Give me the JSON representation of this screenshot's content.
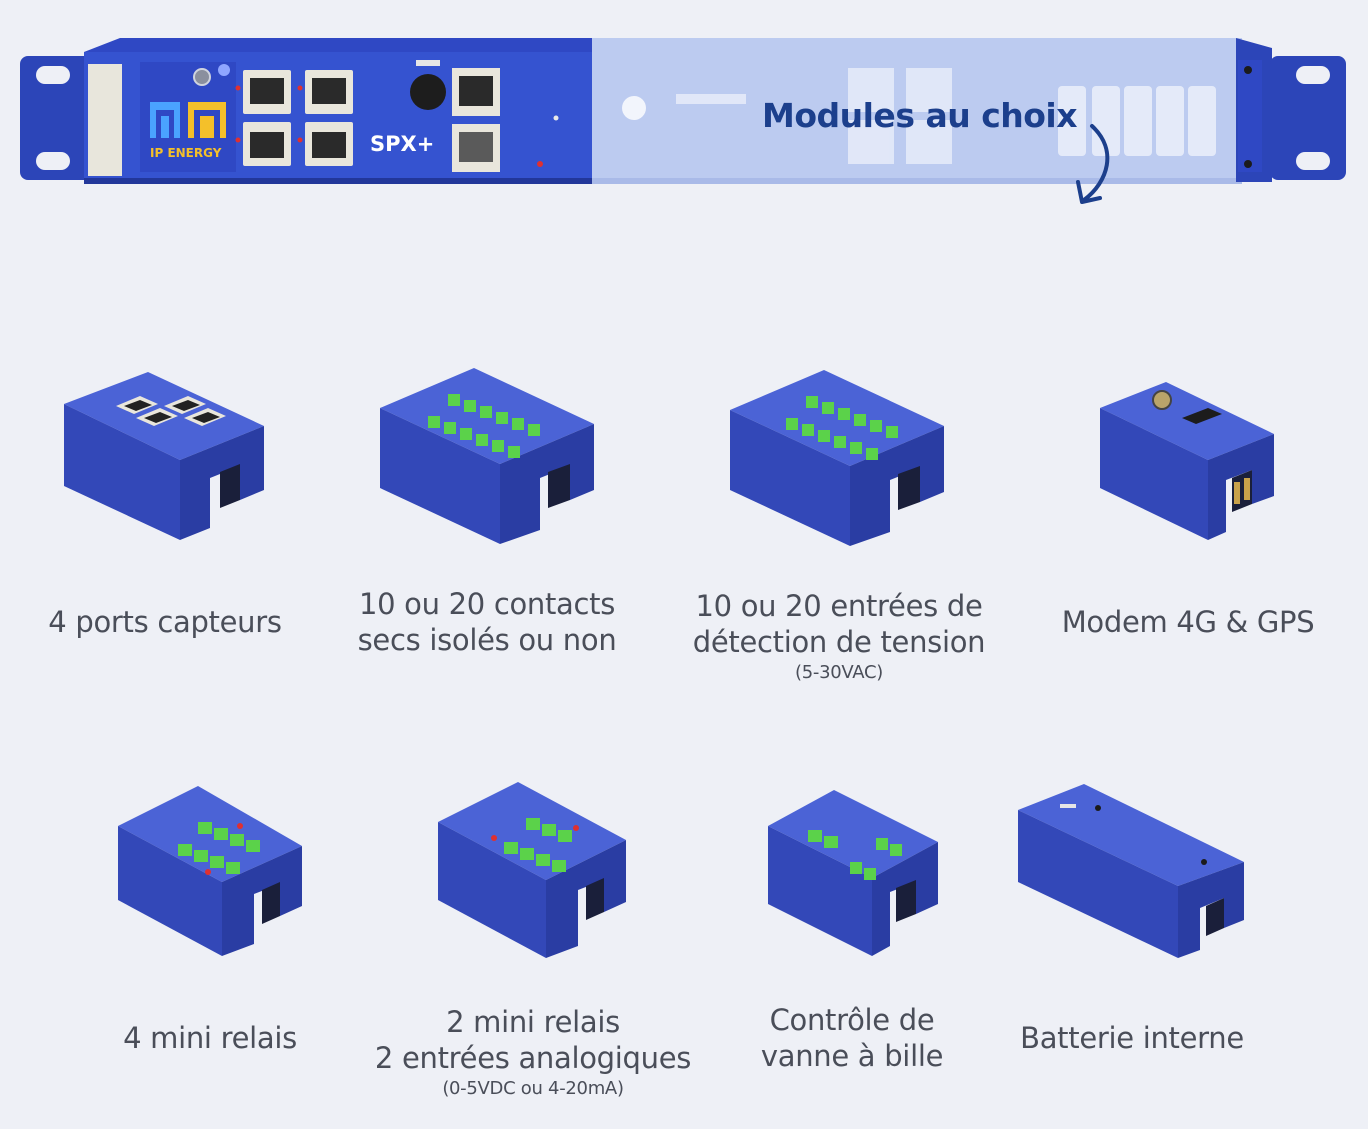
{
  "header": {
    "device_name": "SPX+",
    "brand": "IP ENERGY",
    "modules_caption": "Modules au choix"
  },
  "modules": [
    {
      "id": "sensor-ports",
      "line1": "4 ports capteurs",
      "line2": "",
      "note": ""
    },
    {
      "id": "dry-contacts",
      "line1": "10 ou 20 contacts",
      "line2": "secs isolés ou non",
      "note": ""
    },
    {
      "id": "voltage-detection",
      "line1": "10 ou 20 entrées de",
      "line2": "détection de tension",
      "note": "(5-30VAC)"
    },
    {
      "id": "modem",
      "line1": "Modem 4G & GPS",
      "line2": "",
      "note": ""
    },
    {
      "id": "mini-relays",
      "line1": "4 mini relais",
      "line2": "",
      "note": ""
    },
    {
      "id": "relays-analog",
      "line1": "2 mini relais",
      "line2": "2 entrées analogiques",
      "note": "(0-5VDC ou 4-20mA)"
    },
    {
      "id": "ball-valve",
      "line1": "Contrôle de",
      "line2": "vanne à bille",
      "note": ""
    },
    {
      "id": "battery",
      "line1": "Batterie interne",
      "line2": "",
      "note": ""
    }
  ],
  "colors": {
    "background": "#eef0f6",
    "module_blue": "#3a4fbf",
    "rack_blue": "#2f48c4",
    "caption_blue": "#1c3f8c",
    "terminal_green": "#5bd24a"
  }
}
